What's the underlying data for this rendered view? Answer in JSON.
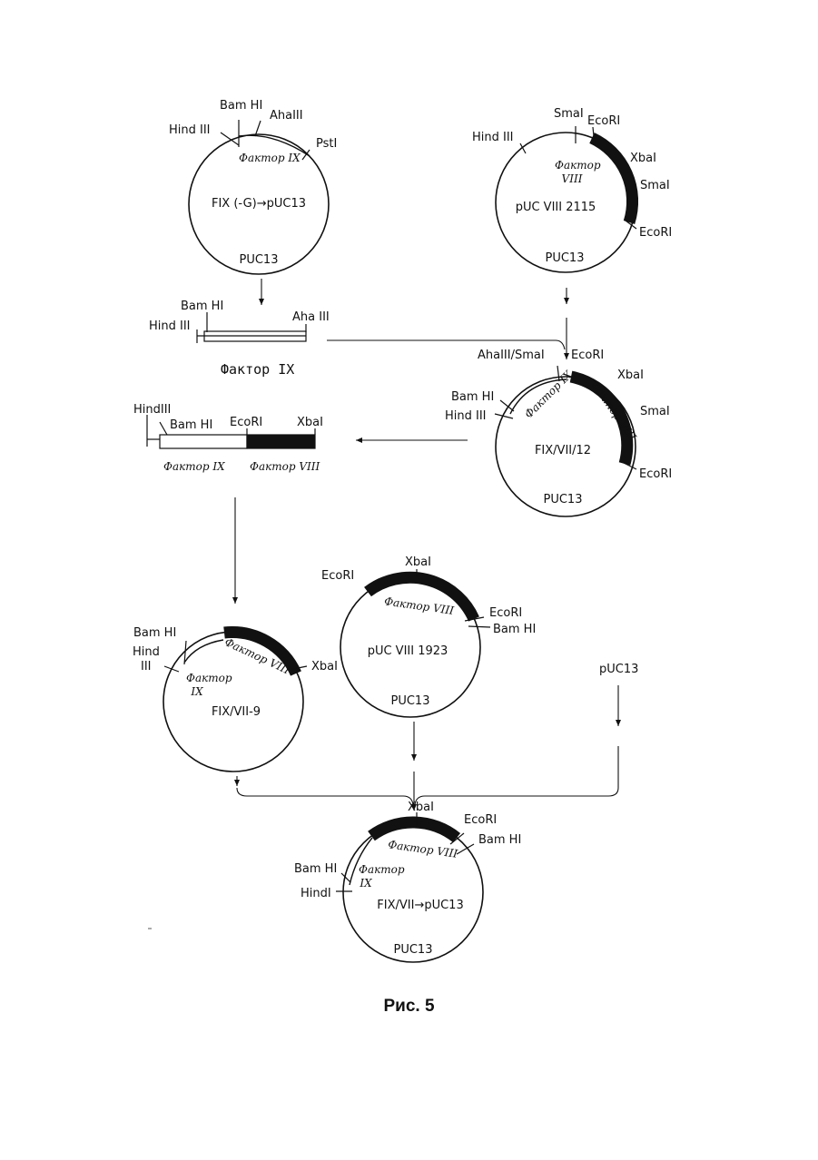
{
  "caption": "Рис. 5",
  "plasmid_fix": {
    "hindiii": "Hind III",
    "bamhi": "Bam HI",
    "ahaiii": "AhaIII",
    "psti": "PstI",
    "insert": "Фактор IX",
    "name": "FIX (-G)→pUC13",
    "vector": "PUC13"
  },
  "plasmid_fviii": {
    "hindiii": "Hind III",
    "smai_top": "SmaI",
    "ecori_top": "EcoRI",
    "xbai": "XbaI",
    "smai_right": "SmaI",
    "ecori_bottom": "EcoRI",
    "insert_line1": "Фактор",
    "insert_line2": "VIII",
    "name": "pUC VIII 2115",
    "vector": "PUC13"
  },
  "fragment_fix": {
    "bamhi": "Bam HI",
    "hindiii": "Hind III",
    "ahaiii": "Aha III",
    "label": "Фактор IX"
  },
  "plasmid_fix_vii_12": {
    "junction": "AhaIII/SmaI",
    "ecori_top": "EcoRI",
    "xbai": "XbaI",
    "bamhi": "Bam HI",
    "hindiii": "Hind III",
    "smai": "SmaI",
    "ecori_bottom": "EcoRI",
    "insert_ix": "Фактор IX",
    "insert_vii": "Фактор VIII",
    "name": "FIX/VII/12",
    "vector": "PUC13"
  },
  "fragment_fix_vii": {
    "hindiii": "HindIII",
    "bamhi": "Bam HI",
    "ecori": "EcoRI",
    "xbai": "XbaI",
    "label_ix": "Фактор IX",
    "label_vii": "Фактор VIII"
  },
  "plasmid_vii_1923": {
    "ecori_left": "EcoRI",
    "xbai": "XbaI",
    "ecori_right": "EcoRI",
    "bamhi": "Bam HI",
    "insert": "Фактор VIII",
    "name": "pUC VIII 1923",
    "vector": "PUC13"
  },
  "puc13_label": "pUC13",
  "plasmid_fix_vii_9": {
    "bamhi": "Bam HI",
    "hind": "Hind",
    "iii": "III",
    "xbai": "XbaI",
    "insert_vii": "Фактор VIII",
    "insert_ix_line1": "Фактор",
    "insert_ix_line2": "IX",
    "name": "FIX/VII-9"
  },
  "plasmid_final": {
    "xbai": "XbaI",
    "ecori": "EcoRI",
    "bamhi_right": "Bam HI",
    "bamhi_left": "Bam HI",
    "hindi": "HindI",
    "insert_vii": "Фактор VIII",
    "insert_ix_line1": "Фактор",
    "insert_ix_line2": "IX",
    "name": "FIX/VII→pUC13",
    "vector": "PUC13"
  }
}
